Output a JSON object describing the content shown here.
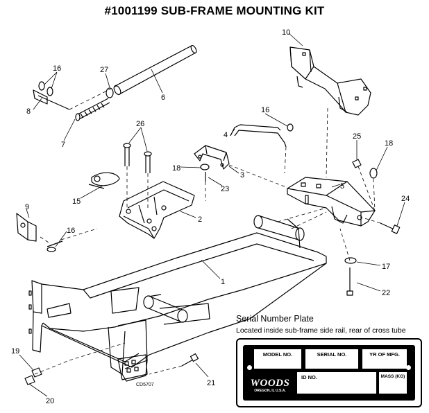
{
  "title": "#1001199 SUB-FRAME MOUNTING KIT",
  "callouts": [
    "1",
    "2",
    "3",
    "4",
    "5",
    "6",
    "7",
    "8",
    "9",
    "10",
    "15",
    "16",
    "16",
    "16",
    "17",
    "18",
    "18",
    "19",
    "20",
    "21",
    "22",
    "23",
    "24",
    "25",
    "26",
    "27"
  ],
  "drawing_number": "CD5707",
  "serial_plate": {
    "heading": "Serial Number Plate",
    "location": "Located inside sub-frame side rail, rear of cross tube",
    "fields": {
      "model_no": "MODEL NO.",
      "serial_no": "SERIAL NO.",
      "yr_of_mfg": "YR OF MFG.",
      "id_no": "ID NO.",
      "mass": "MASS (KG)"
    },
    "brand": "WOODS",
    "brand_location": "OREGON, IL U.S.A."
  }
}
